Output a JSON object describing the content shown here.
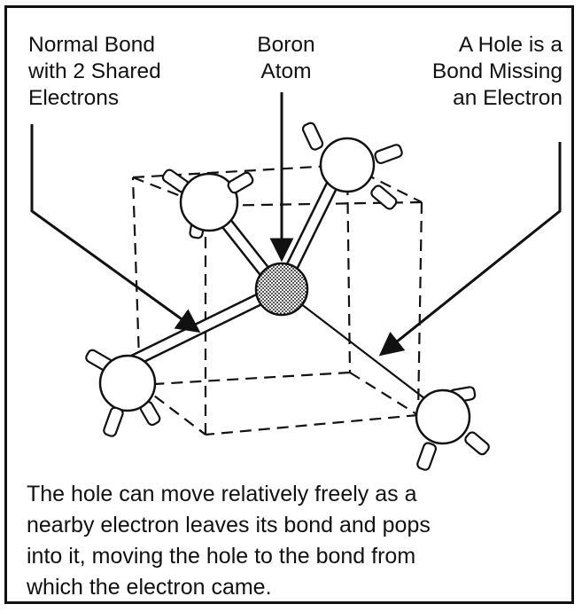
{
  "labels": {
    "normal_bond": [
      "Normal Bond",
      "with 2 Shared",
      "Electrons"
    ],
    "boron_atom": [
      "Boron",
      "Atom"
    ],
    "hole": [
      "A Hole is a",
      "Bond Missing",
      "an Electron"
    ]
  },
  "caption": [
    "The hole can move relatively freely as a",
    "nearby electron leaves its bond and pops",
    "into it, moving the hole to the bond from",
    "which the electron came."
  ],
  "colors": {
    "ink": "#111111",
    "background": "#ffffff",
    "dopant_fill": "#9a9a9a"
  }
}
